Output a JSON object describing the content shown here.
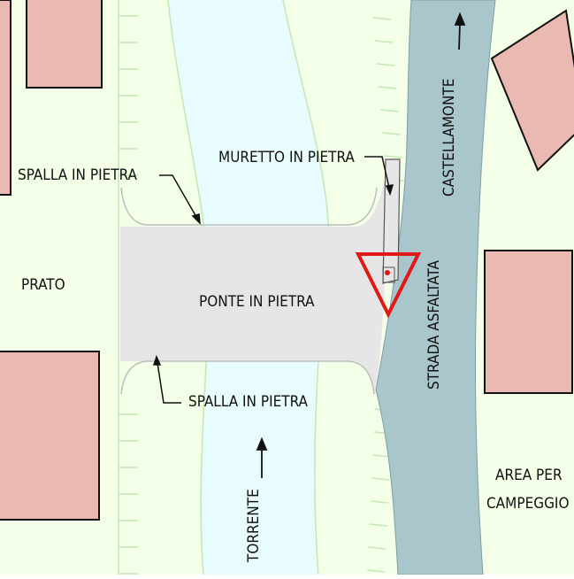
{
  "labels": {
    "spalla_top": "SPALLA IN PIETRA",
    "spalla_bottom": "SPALLA IN PIETRA",
    "muretto": "MURETTO IN PIETRA",
    "prato": "PRATO",
    "ponte": "PONTE IN PIETRA",
    "castellamonte": "CASTELLAMONTE",
    "strada": "STRADA ASFALTATA",
    "torrente": "TORRENTE",
    "area_line1": "AREA PER",
    "area_line2": "CAMPEGGIO"
  },
  "colors": {
    "meadow": "#f4ffe8",
    "river": "#e8fbfd",
    "bank_lines": "#c2e8b4",
    "road": "#a9c6cc",
    "bridge": "#e6e6e6",
    "bridge_edge": "#bdbdbd",
    "building": "#eab9b1",
    "building_stroke": "#111111",
    "sign": "#e01818"
  },
  "icons": [
    "north-arrow-road-icon",
    "north-arrow-river-icon",
    "yield-sign-icon"
  ]
}
